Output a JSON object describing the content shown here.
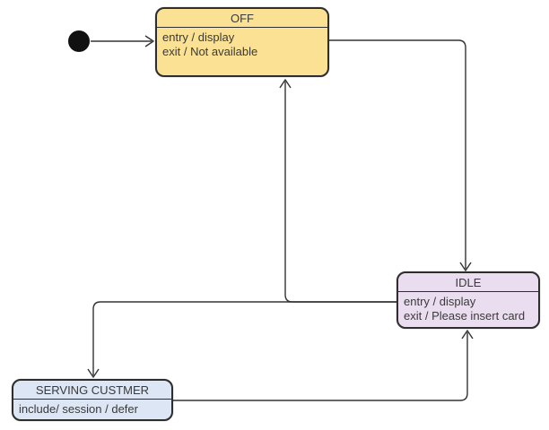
{
  "diagram": {
    "kind": "uml-state-machine",
    "background": "#FFFFFF",
    "stroke_color": "#333333",
    "text_color": "#3A3A3A",
    "initial_marker": {
      "shape": "filled-circle",
      "color": "#111111"
    },
    "states": [
      {
        "id": "off",
        "title": "OFF",
        "lines": [
          "entry / display",
          "exit / Not available"
        ],
        "fill": "#FAE194",
        "border": "#2E2E2E"
      },
      {
        "id": "idle",
        "title": "IDLE",
        "lines": [
          "entry / display",
          "exit / Please insert card"
        ],
        "fill": "#EADDF0",
        "border": "#2E2E2E"
      },
      {
        "id": "serving",
        "title": "SERVING CUSTMER",
        "lines": [
          "include/ session / defer"
        ],
        "fill": "#DCE6F5",
        "border": "#2E2E2E"
      }
    ],
    "transitions": [
      {
        "from": "initial",
        "to": "OFF",
        "label": ""
      },
      {
        "from": "OFF",
        "to": "IDLE",
        "label": ""
      },
      {
        "from": "IDLE",
        "to": "OFF",
        "label": ""
      },
      {
        "from": "IDLE",
        "to": "SERVING CUSTMER",
        "label": ""
      },
      {
        "from": "SERVING CUSTMER",
        "to": "IDLE",
        "label": ""
      }
    ]
  }
}
